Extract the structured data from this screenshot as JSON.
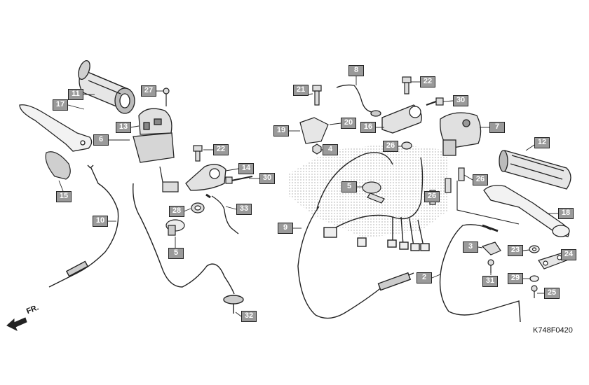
{
  "diagram": {
    "reference_code": "K748F0420",
    "direction_label": "FR.",
    "callouts": [
      {
        "label": "11"
      },
      {
        "label": "27"
      },
      {
        "label": "17"
      },
      {
        "label": "13"
      },
      {
        "label": "6"
      },
      {
        "label": "22"
      },
      {
        "label": "14"
      },
      {
        "label": "30"
      },
      {
        "label": "15"
      },
      {
        "label": "28"
      },
      {
        "label": "33"
      },
      {
        "label": "10"
      },
      {
        "label": "5"
      },
      {
        "label": "32"
      },
      {
        "label": "8"
      },
      {
        "label": "21"
      },
      {
        "label": "22"
      },
      {
        "label": "30"
      },
      {
        "label": "19"
      },
      {
        "label": "20"
      },
      {
        "label": "16"
      },
      {
        "label": "7"
      },
      {
        "label": "4"
      },
      {
        "label": "26"
      },
      {
        "label": "12"
      },
      {
        "label": "5"
      },
      {
        "label": "26"
      },
      {
        "label": "26"
      },
      {
        "label": "18"
      },
      {
        "label": "9"
      },
      {
        "label": "3"
      },
      {
        "label": "23"
      },
      {
        "label": "24"
      },
      {
        "label": "2"
      },
      {
        "label": "31"
      },
      {
        "label": "29"
      },
      {
        "label": "25"
      }
    ]
  }
}
